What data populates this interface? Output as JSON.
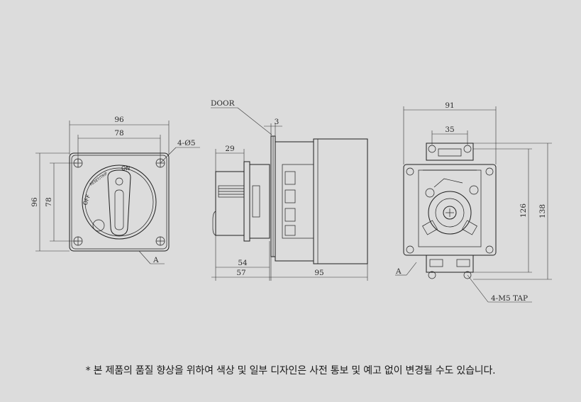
{
  "front_view": {
    "width_outer": "96",
    "width_holes": "78",
    "height_outer": "96",
    "height_holes": "78",
    "hole_callout": "4-Ø5",
    "view_ref": "A",
    "handle_on": "ON",
    "handle_off": "OFF",
    "handle_reset": "RESET/TRIP"
  },
  "side_view": {
    "door_label": "DOOR",
    "door_thickness": "3",
    "knob_depth": "29",
    "depth_front_54": "54",
    "depth_front_57": "57",
    "depth_body": "95"
  },
  "rear_view": {
    "width_outer": "91",
    "width_tab": "35",
    "height_inner": "126",
    "height_outer": "138",
    "tap_callout": "4-M5 TAP",
    "view_ref": "A"
  },
  "disclaimer": "* 본 제품의 품질 향상을 위하여 색상 및 일부 디자인은 사전 통보 및 예고 없이 변경될 수도 있습니다."
}
